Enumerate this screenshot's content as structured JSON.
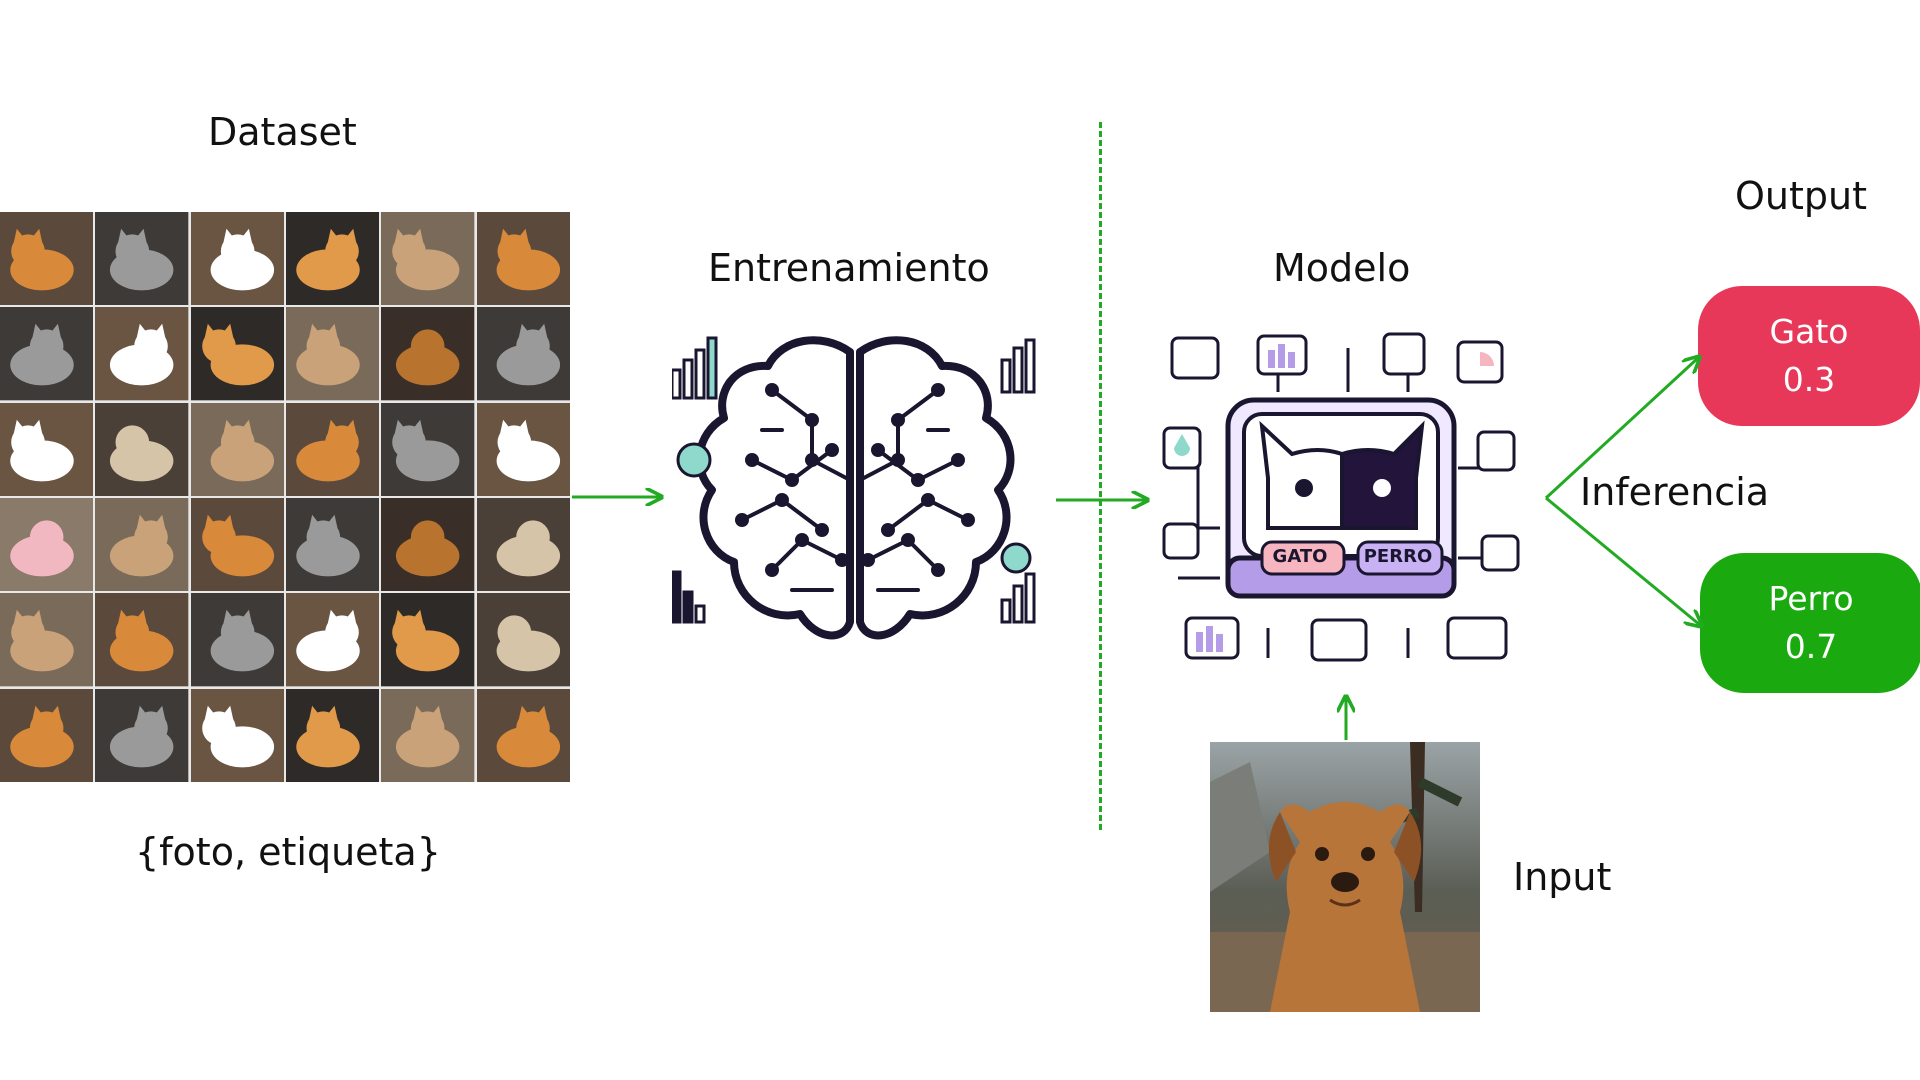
{
  "dataset": {
    "title": "Dataset",
    "caption": "{foto, etiqueta}",
    "tiles": [
      "cat",
      "cat",
      "cat",
      "cat",
      "cat",
      "cat",
      "cat",
      "cat",
      "cat",
      "cat",
      "dog",
      "cat",
      "cat",
      "dog",
      "cat",
      "cat",
      "cat",
      "cat",
      "pig",
      "cat",
      "cat",
      "cat",
      "dog",
      "dog",
      "cat",
      "cat",
      "cat",
      "cat",
      "cat",
      "dog",
      "cat",
      "cat",
      "cat",
      "cat",
      "cat",
      "cat"
    ]
  },
  "training": {
    "title": "Entrenamiento"
  },
  "model": {
    "title": "Modelo",
    "chip_cat": "GATO",
    "chip_dog": "PERRO"
  },
  "input": {
    "label": "Input"
  },
  "inference": {
    "label": "Inferencia"
  },
  "output": {
    "title": "Output",
    "items": [
      {
        "label": "Gato",
        "value": "0.3",
        "color": "#e8385a"
      },
      {
        "label": "Perro",
        "value": "0.7",
        "color": "#1aaa10"
      }
    ]
  },
  "colors": {
    "arrow": "#22aa22",
    "ink": "#1a1630",
    "accent_purple": "#b49ce8",
    "accent_pink": "#f7b6bf",
    "accent_teal": "#8fd9cc"
  }
}
